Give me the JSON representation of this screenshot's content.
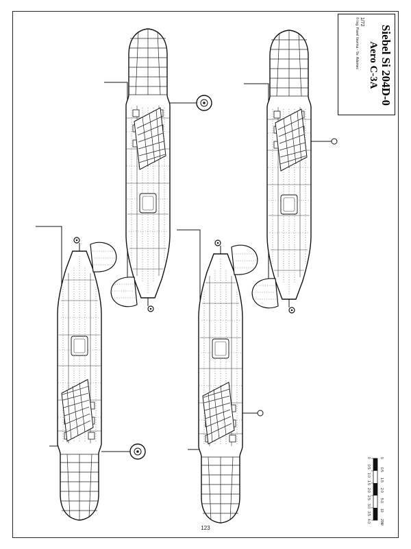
{
  "title_block": {
    "title_line1": "Siebel  Si 204D-0",
    "title_line2": "Aero C-3A",
    "scale": "1/72",
    "credit": "© Ing. Pavel Vavrina - Sv. Adamec"
  },
  "page_number": "123",
  "scale_bar": {
    "ticks": [
      "0",
      "0.5",
      "1.0",
      "1.5",
      "2.0",
      "2.5",
      "3.0",
      "3.5",
      "4.0"
    ],
    "labels_m": [
      "0",
      "0.5",
      "1.5",
      "2.0",
      "5.0",
      "10",
      "20M"
    ]
  },
  "views": [
    {
      "name": "upper-right-view"
    },
    {
      "name": "far-right-view"
    },
    {
      "name": "lower-left-view"
    },
    {
      "name": "lower-middle-view"
    }
  ]
}
